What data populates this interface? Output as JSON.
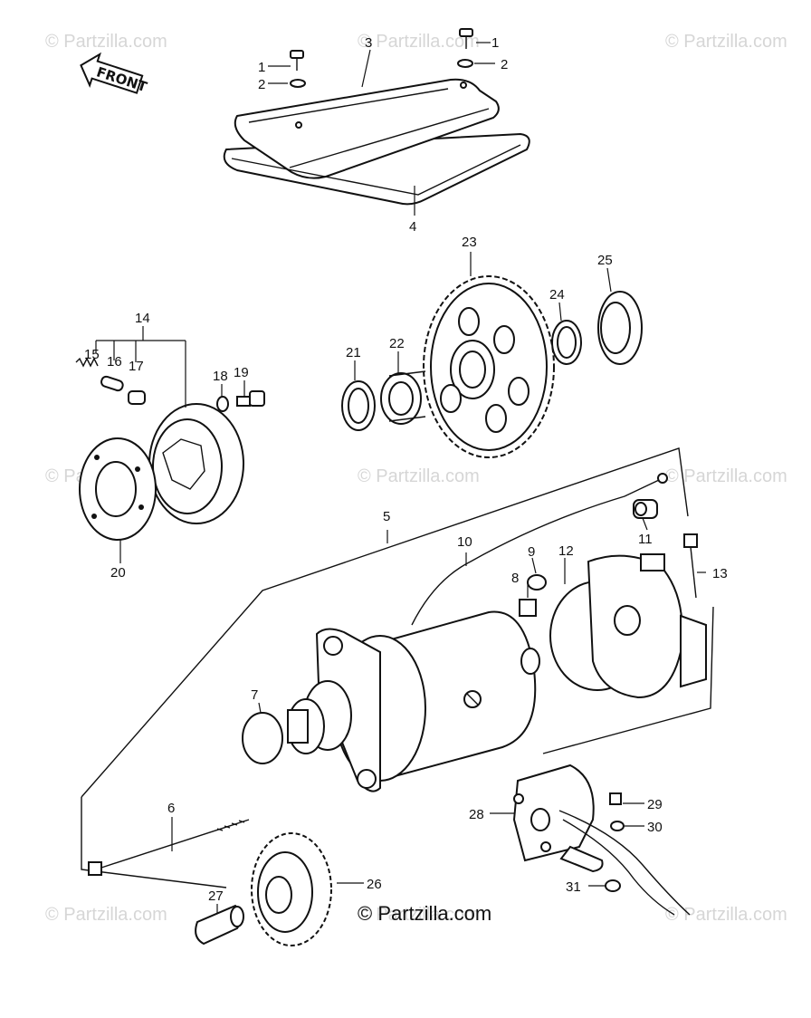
{
  "watermarks": [
    "© Partzilla.com",
    "© Partzilla.com",
    "© Partzilla.com",
    "© Partzilla.com",
    "© Partzilla.com",
    "© Partzilla.com",
    "© Partzilla.com",
    "© Partzilla.com",
    "© Partzilla.com"
  ],
  "copyright": "© Partzilla.com",
  "front_arrow_label": "FRONT",
  "callouts": {
    "c1a": "1",
    "c1b": "1",
    "c2a": "2",
    "c2b": "2",
    "c3": "3",
    "c4": "4",
    "c5": "5",
    "c6": "6",
    "c7": "7",
    "c8": "8",
    "c9": "9",
    "c10": "10",
    "c11": "11",
    "c12": "12",
    "c13": "13",
    "c14": "14",
    "c15": "15",
    "c16": "16",
    "c17": "17",
    "c18": "18",
    "c19": "19",
    "c20": "20",
    "c21": "21",
    "c22": "22",
    "c23": "23",
    "c24": "24",
    "c25": "25",
    "c26": "26",
    "c27": "27",
    "c28": "28",
    "c29": "29",
    "c30": "30",
    "c31": "31"
  }
}
